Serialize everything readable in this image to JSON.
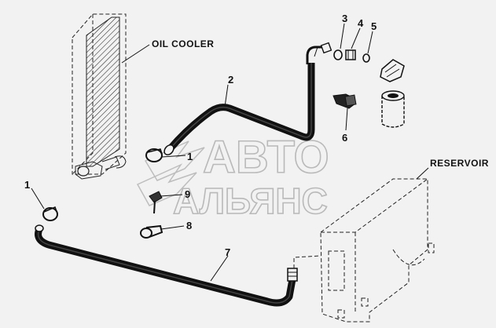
{
  "labels": {
    "oil_cooler": "OIL COOLER",
    "reservoir": "RESERVOIR"
  },
  "callouts": {
    "c1a": "1",
    "c1b": "1",
    "c2": "2",
    "c3": "3",
    "c4": "4",
    "c5": "5",
    "c6": "6",
    "c7": "7",
    "c8": "8",
    "c9": "9"
  },
  "watermark": {
    "line1": "АВТО",
    "line2": "АЛЬЯНС"
  },
  "colors": {
    "background": "#f2f2f2",
    "ink": "#111111",
    "watermark": "#b9b9b9"
  }
}
